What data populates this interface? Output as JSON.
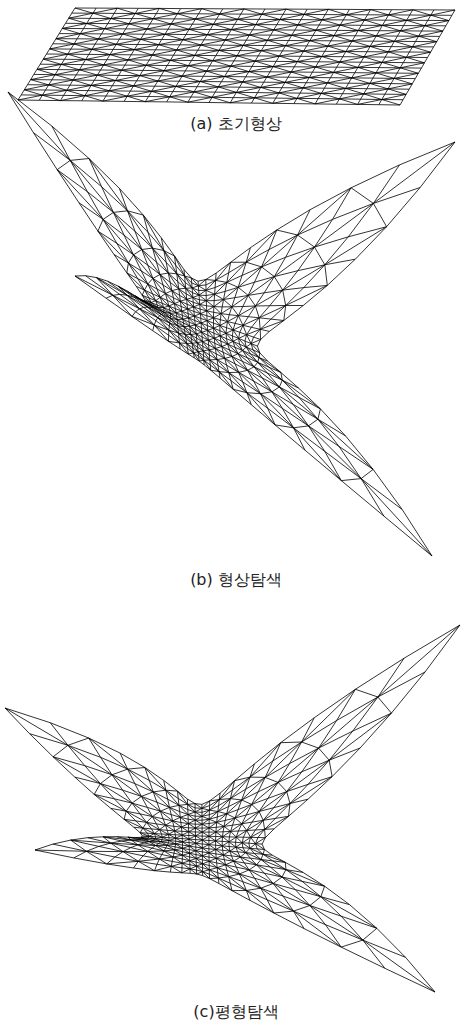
{
  "diagram": {
    "labels": [
      "(a) 초기형상",
      "(b) 형상탐색",
      "(c)평형탐색"
    ]
  }
}
